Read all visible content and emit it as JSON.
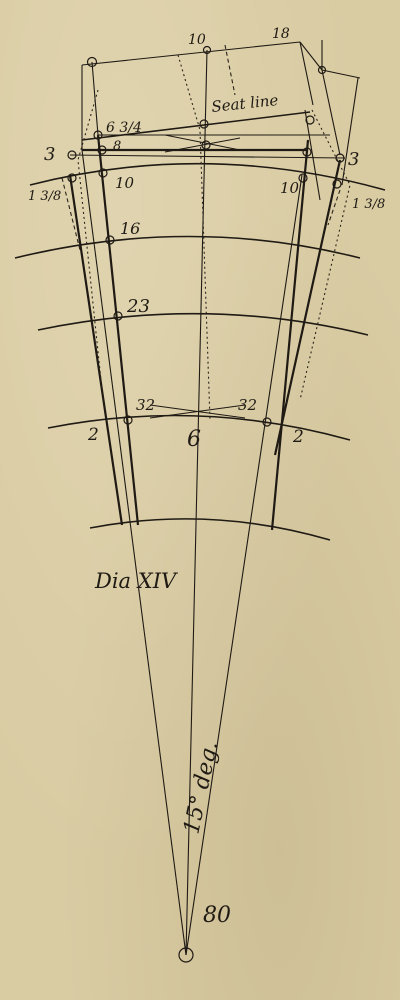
{
  "labels": {
    "dia": "Dia XIV",
    "angle": "15° deg.",
    "apex": "80",
    "seat_line": "Seat line",
    "top_mid": "10",
    "top_right": "18",
    "waist_left": "6 3/4",
    "eight": "8",
    "three_left": "3",
    "three_right": "3",
    "one_three_eighths_left": "1 3/8",
    "one_three_eighths_right": "1 3/8",
    "ten_left": "10",
    "ten_right": "10",
    "sixteen": "16",
    "twenty_three": "23",
    "thirty_two_left": "32",
    "thirty_two_right": "32",
    "two_left": "2",
    "two_right": "2",
    "six": "6"
  }
}
